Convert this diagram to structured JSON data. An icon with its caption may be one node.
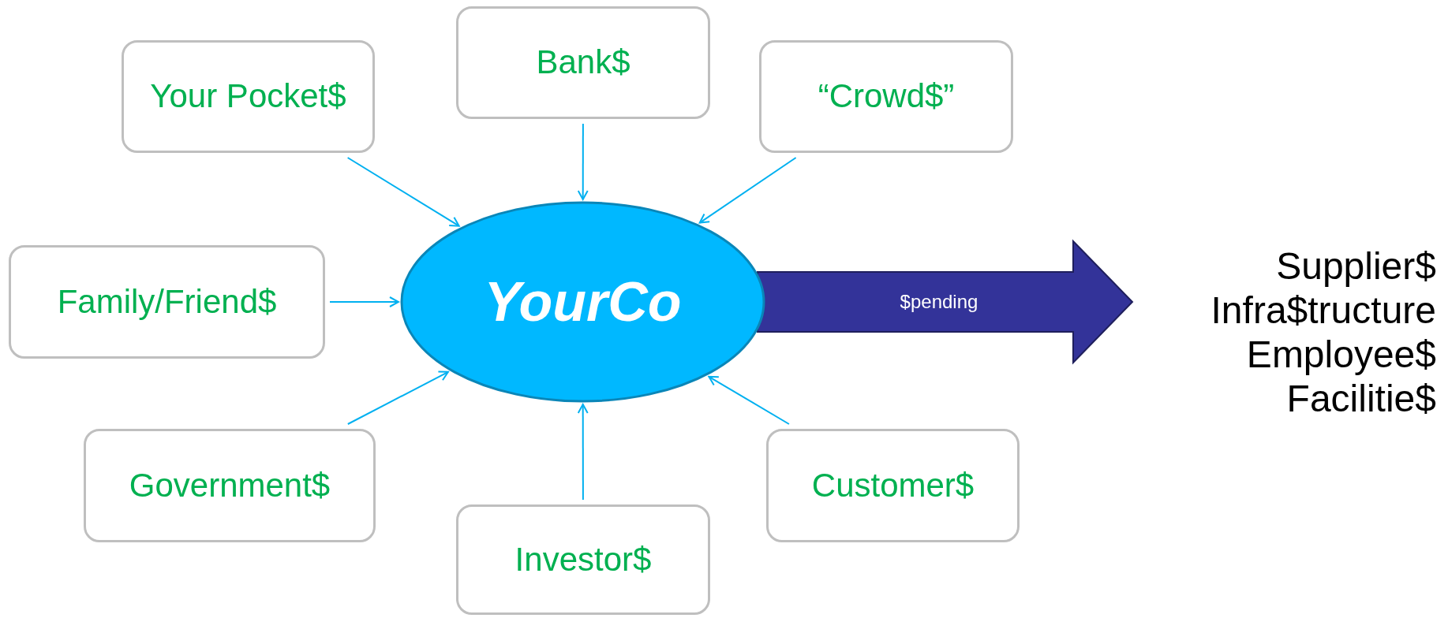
{
  "diagram": {
    "nodes": [
      {
        "text": [
          "Bank$"
        ]
      },
      {
        "text": [
          "Your Pocket$"
        ]
      },
      {
        "text": [
          "“Crowd$”"
        ]
      },
      {
        "text": [
          "Family/Friend$"
        ]
      },
      {
        "text": [
          "YourCo"
        ]
      },
      {
        "text": [
          "Supplier$",
          "Infra$tructure",
          "Employee$",
          "Facilitie$"
        ]
      },
      {
        "text": [
          "Government$"
        ]
      },
      {
        "text": [
          "Customer$"
        ]
      },
      {
        "text": [
          "Investor$"
        ]
      }
    ],
    "edges": [
      {
        "from": 0,
        "to": 4,
        "arrow": "to"
      },
      {
        "from": 1,
        "to": 4,
        "arrow": "to"
      },
      {
        "from": 2,
        "to": 4,
        "arrow": "to"
      },
      {
        "from": 3,
        "to": 4,
        "arrow": "to"
      },
      {
        "from": 6,
        "to": 4,
        "arrow": "to"
      },
      {
        "from": 7,
        "to": 4,
        "arrow": "to"
      },
      {
        "from": 8,
        "to": 4,
        "arrow": "to"
      },
      {
        "from": 4,
        "to": 5,
        "arrow": "to",
        "label": "$pending",
        "style": "thick",
        "color": "#333399"
      }
    ]
  }
}
